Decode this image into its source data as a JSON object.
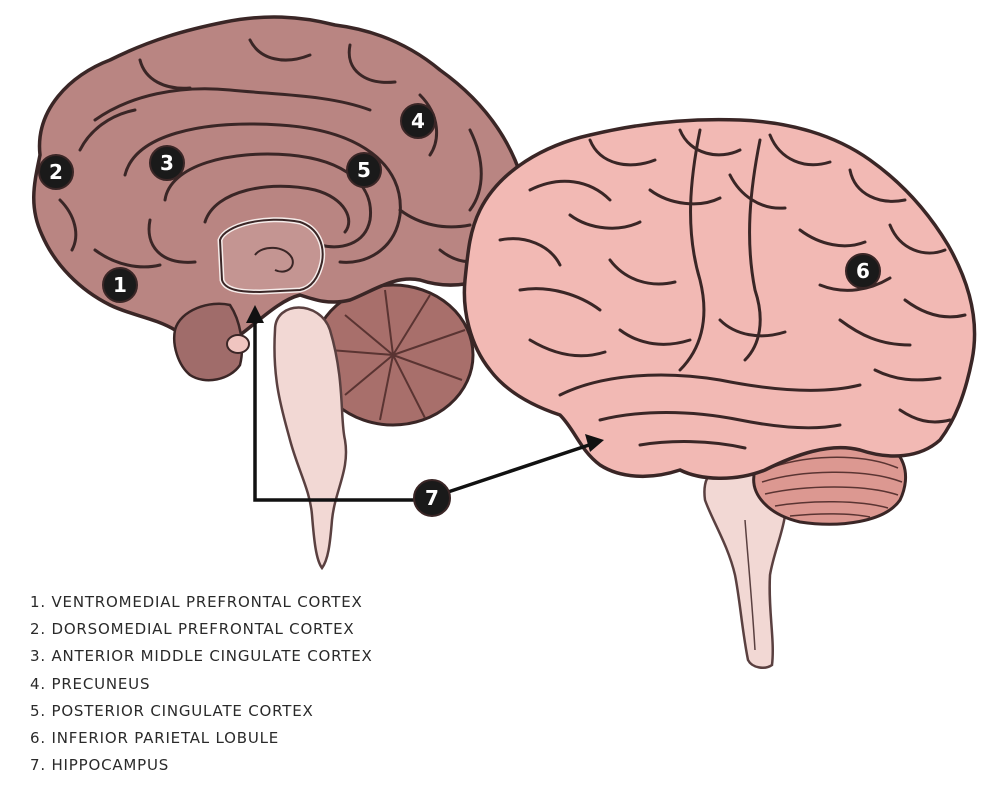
{
  "colors": {
    "medial_cortex": "#b98582",
    "medial_cortex_dark": "#a06c6a",
    "lateral_cortex": "#f2b9b4",
    "lateral_cortex_dark": "#e49d97",
    "brainstem": "#f2d8d4",
    "cerebellum_medial": "#a86f6b",
    "cerebellum_lateral": "#dc9891",
    "marker_fill": "#1a1a1a",
    "outline": "#3a2626"
  },
  "markers": {
    "m1": "1",
    "m2": "2",
    "m3": "3",
    "m4": "4",
    "m5": "5",
    "m6": "6",
    "m7": "7"
  },
  "legend": [
    "1. VENTROMEDIAL PREFRONTAL CORTEX",
    "2. DORSOMEDIAL PREFRONTAL CORTEX",
    "3. ANTERIOR MIDDLE CINGULATE CORTEX",
    "4. PRECUNEUS",
    "5. POSTERIOR CINGULATE CORTEX",
    "6. INFERIOR PARIETAL LOBULE",
    "7. HIPPOCAMPUS"
  ]
}
